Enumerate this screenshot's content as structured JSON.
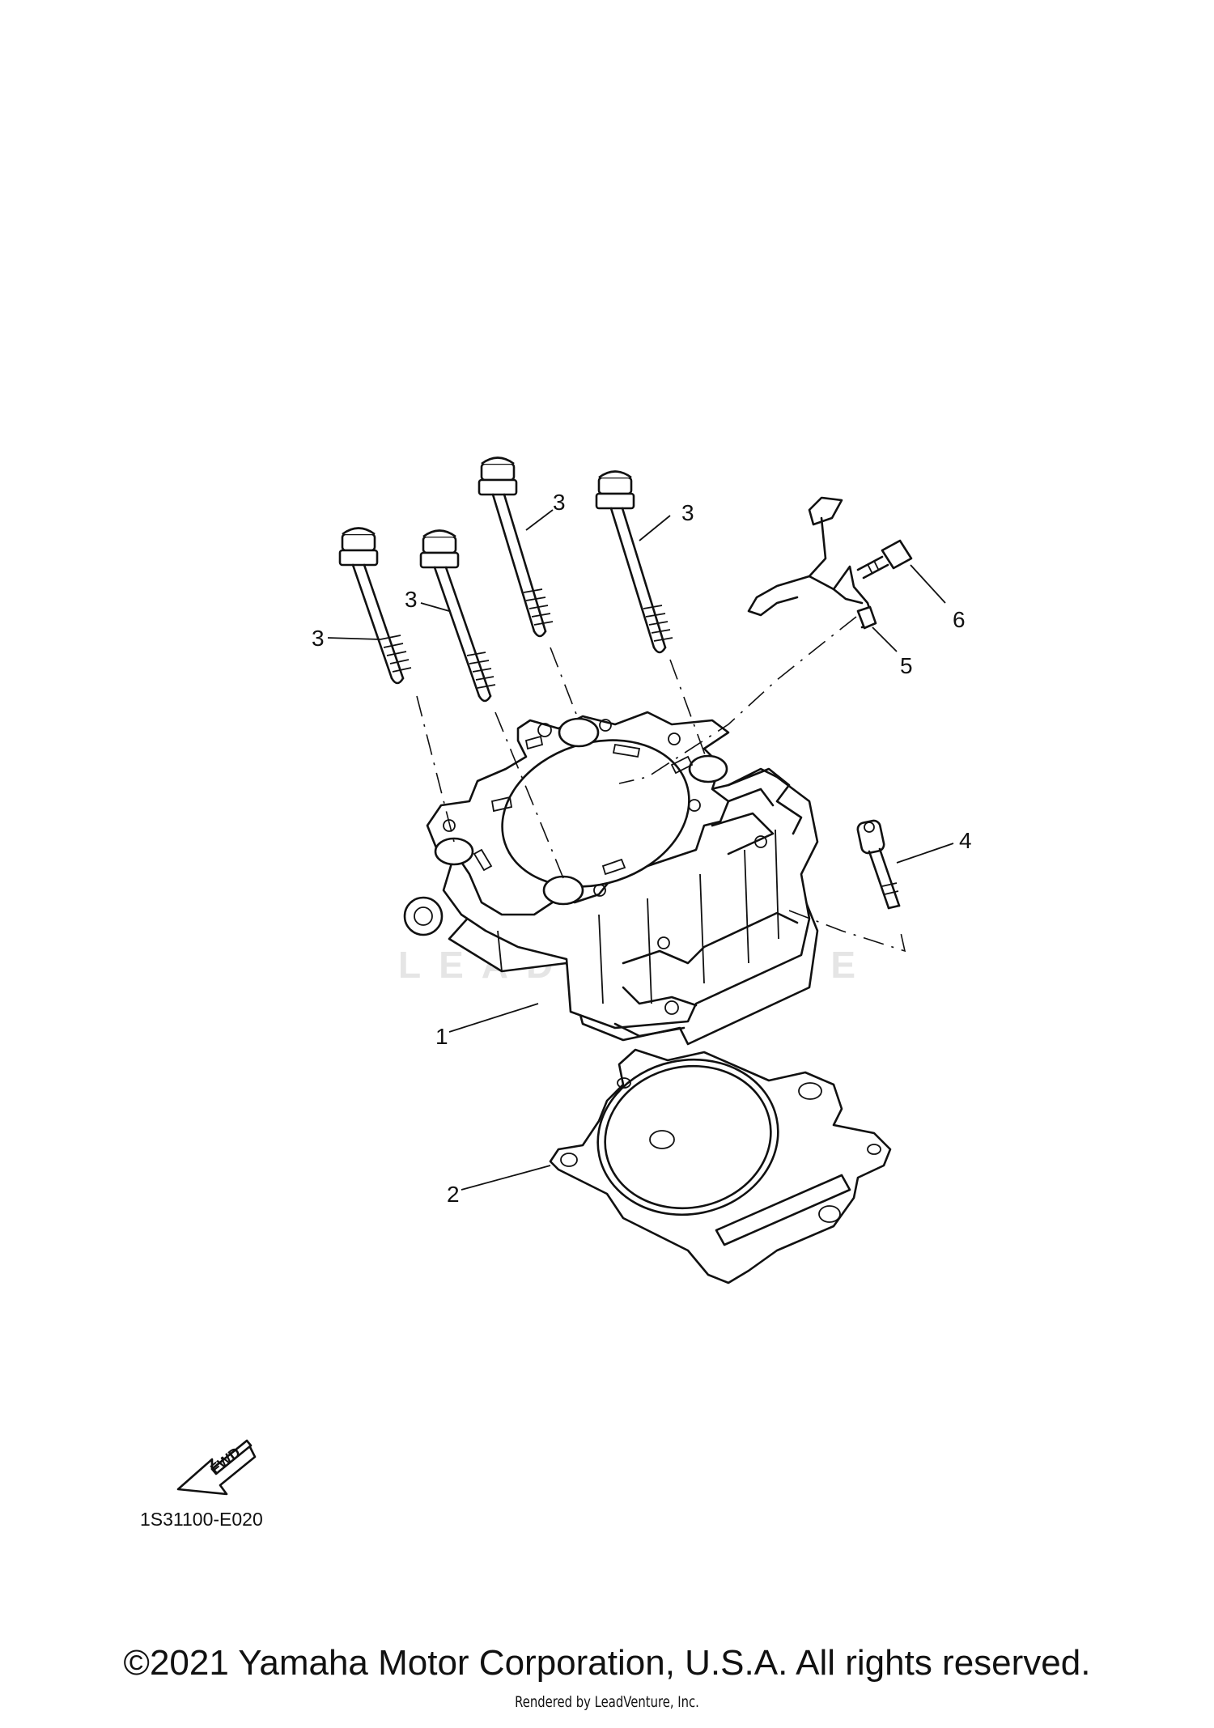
{
  "diagram": {
    "callouts": {
      "cylinder": "1",
      "gasket": "2",
      "stud_bolt_a": "3",
      "stud_bolt_b": "3",
      "stud_bolt_c": "3",
      "stud_bolt_d": "3",
      "socket_bolt": "4",
      "bracket": "5",
      "small_bolt": "6"
    },
    "drawing_code": "1S31100-E020",
    "fwd_label": "FWD",
    "watermark": "LEADVENTURE"
  },
  "footer": {
    "copyright": "©2021 Yamaha Motor Corporation, U.S.A. All rights reserved.",
    "rendered_by": "Rendered by LeadVenture, Inc."
  }
}
